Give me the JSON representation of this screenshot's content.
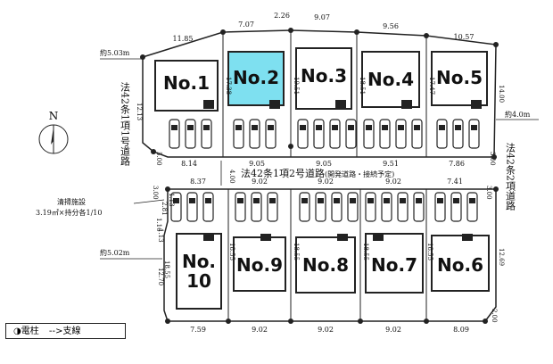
{
  "lots": [
    {
      "label": "No.1",
      "highlight": false
    },
    {
      "label": "No.2",
      "highlight": true
    },
    {
      "label": "No.3",
      "highlight": false
    },
    {
      "label": "No.4",
      "highlight": false
    },
    {
      "label": "No.5",
      "highlight": false
    },
    {
      "label": "No.",
      "label2": "10",
      "highlight": false
    },
    {
      "label": "No.9",
      "highlight": false
    },
    {
      "label": "No.8",
      "highlight": false
    },
    {
      "label": "No.7",
      "highlight": false
    },
    {
      "label": "No.6",
      "highlight": false
    }
  ],
  "colors": {
    "highlight": "#7ee0f0",
    "line": "#222222"
  },
  "dims_top": [
    "11.85",
    "7.07",
    "2.26",
    "9.07",
    "9.56",
    "10.57"
  ],
  "dims_mid_upper": [
    "8.14",
    "9.05",
    "9.05",
    "9.51",
    "7.86"
  ],
  "dims_mid_lower": [
    "8.37",
    "9.02",
    "9.02",
    "9.02",
    "7.41"
  ],
  "dims_bottom": [
    "7.59",
    "9.02",
    "9.02",
    "9.02",
    "8.09"
  ],
  "dims_vertical": [
    "12.13",
    "17.38",
    "19.51",
    "18.51",
    "17.47",
    "14.00",
    "5.00",
    "3.00",
    "2.81",
    "1.13",
    "1.16",
    "1.13",
    "18.55",
    "18.55",
    "18.55",
    "18.55",
    "18.55",
    "12.69",
    "12.70",
    "3.00",
    "3.00",
    "2.00",
    "4.00"
  ],
  "roads": {
    "left_width": "約5.03m",
    "left_label": "法42条1項1号道路",
    "left_width_lower": "約5.02m",
    "center_label": "法42条1項2号道路",
    "center_note": "(開発道路・接続予定)",
    "center_width": "約4.0m",
    "right_width": "約4.0m",
    "right_label": "法42条2項道路"
  },
  "facility": {
    "line1": "清掃施設",
    "line2": "3.19㎡×持分各1/10"
  },
  "compass": "N",
  "legend": {
    "pole": "◑電柱",
    "stay": "-->支線"
  }
}
